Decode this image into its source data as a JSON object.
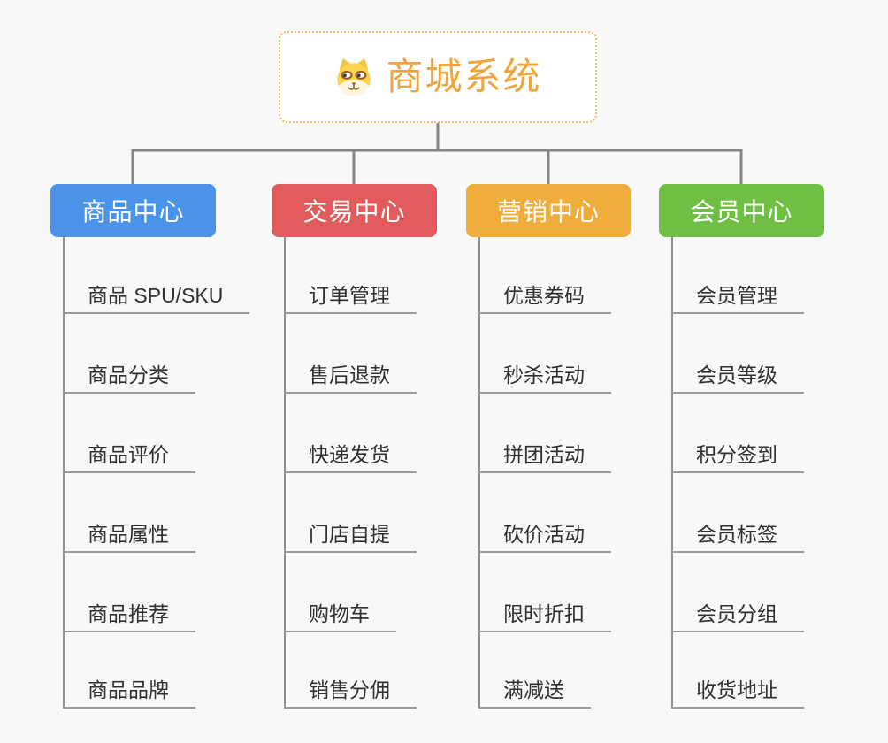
{
  "root": {
    "title": "商城系统",
    "icon": "dog-face-icon"
  },
  "branches": [
    {
      "label": "商品中心",
      "color": "#4B93E8",
      "items": [
        "商品 SPU/SKU",
        "商品分类",
        "商品评价",
        "商品属性",
        "商品推荐",
        "商品品牌"
      ]
    },
    {
      "label": "交易中心",
      "color": "#E25B5C",
      "items": [
        "订单管理",
        "售后退款",
        "快递发货",
        "门店自提",
        "购物车",
        "销售分佣"
      ]
    },
    {
      "label": "营销中心",
      "color": "#EFAD3E",
      "items": [
        "优惠券码",
        "秒杀活动",
        "拼团活动",
        "砍价活动",
        "限时折扣",
        "满减送"
      ]
    },
    {
      "label": "会员中心",
      "color": "#70BF45",
      "items": [
        "会员管理",
        "会员等级",
        "积分签到",
        "会员标签",
        "会员分组",
        "收货地址"
      ]
    }
  ],
  "colors": {
    "background": "#F8F8F8",
    "root_text": "#F1A43B",
    "root_border": "#F3BC68",
    "connector": "#858585",
    "underline": "#9B9B9B",
    "leaf_text": "#303030",
    "branch_text": "#FFFFFF"
  }
}
